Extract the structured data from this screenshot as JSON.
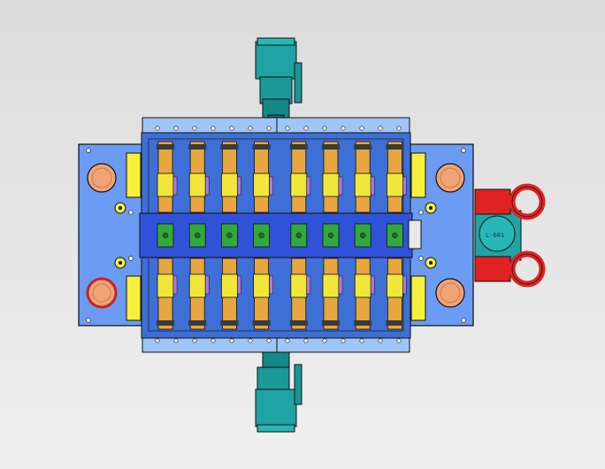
{
  "viewport": {
    "background_top": "#dcdcdc",
    "background_bottom": "#efefef"
  },
  "colors": {
    "plate_blue": "#6b9bf2",
    "plate_blue_dark": "#3e6fd6",
    "plate_light": "#9fc5f5",
    "outline": "#1a1a1a",
    "teal": "#1fa3a3",
    "teal_dark": "#0f6f6f",
    "runner_gold": "#e7a640",
    "runner_yellow": "#f2e63a",
    "manifold_blue": "#2f52d8",
    "green_nozzle": "#34a83a",
    "red_lift": "#e02222",
    "bushing_orange": "#f0a475",
    "purple_pin": "#b07ad6",
    "yellow_block": "#f4f03c"
  },
  "model": {
    "nozzle_stamp": "L-601",
    "cavity_count": 8,
    "lift_eye_count": 2
  }
}
